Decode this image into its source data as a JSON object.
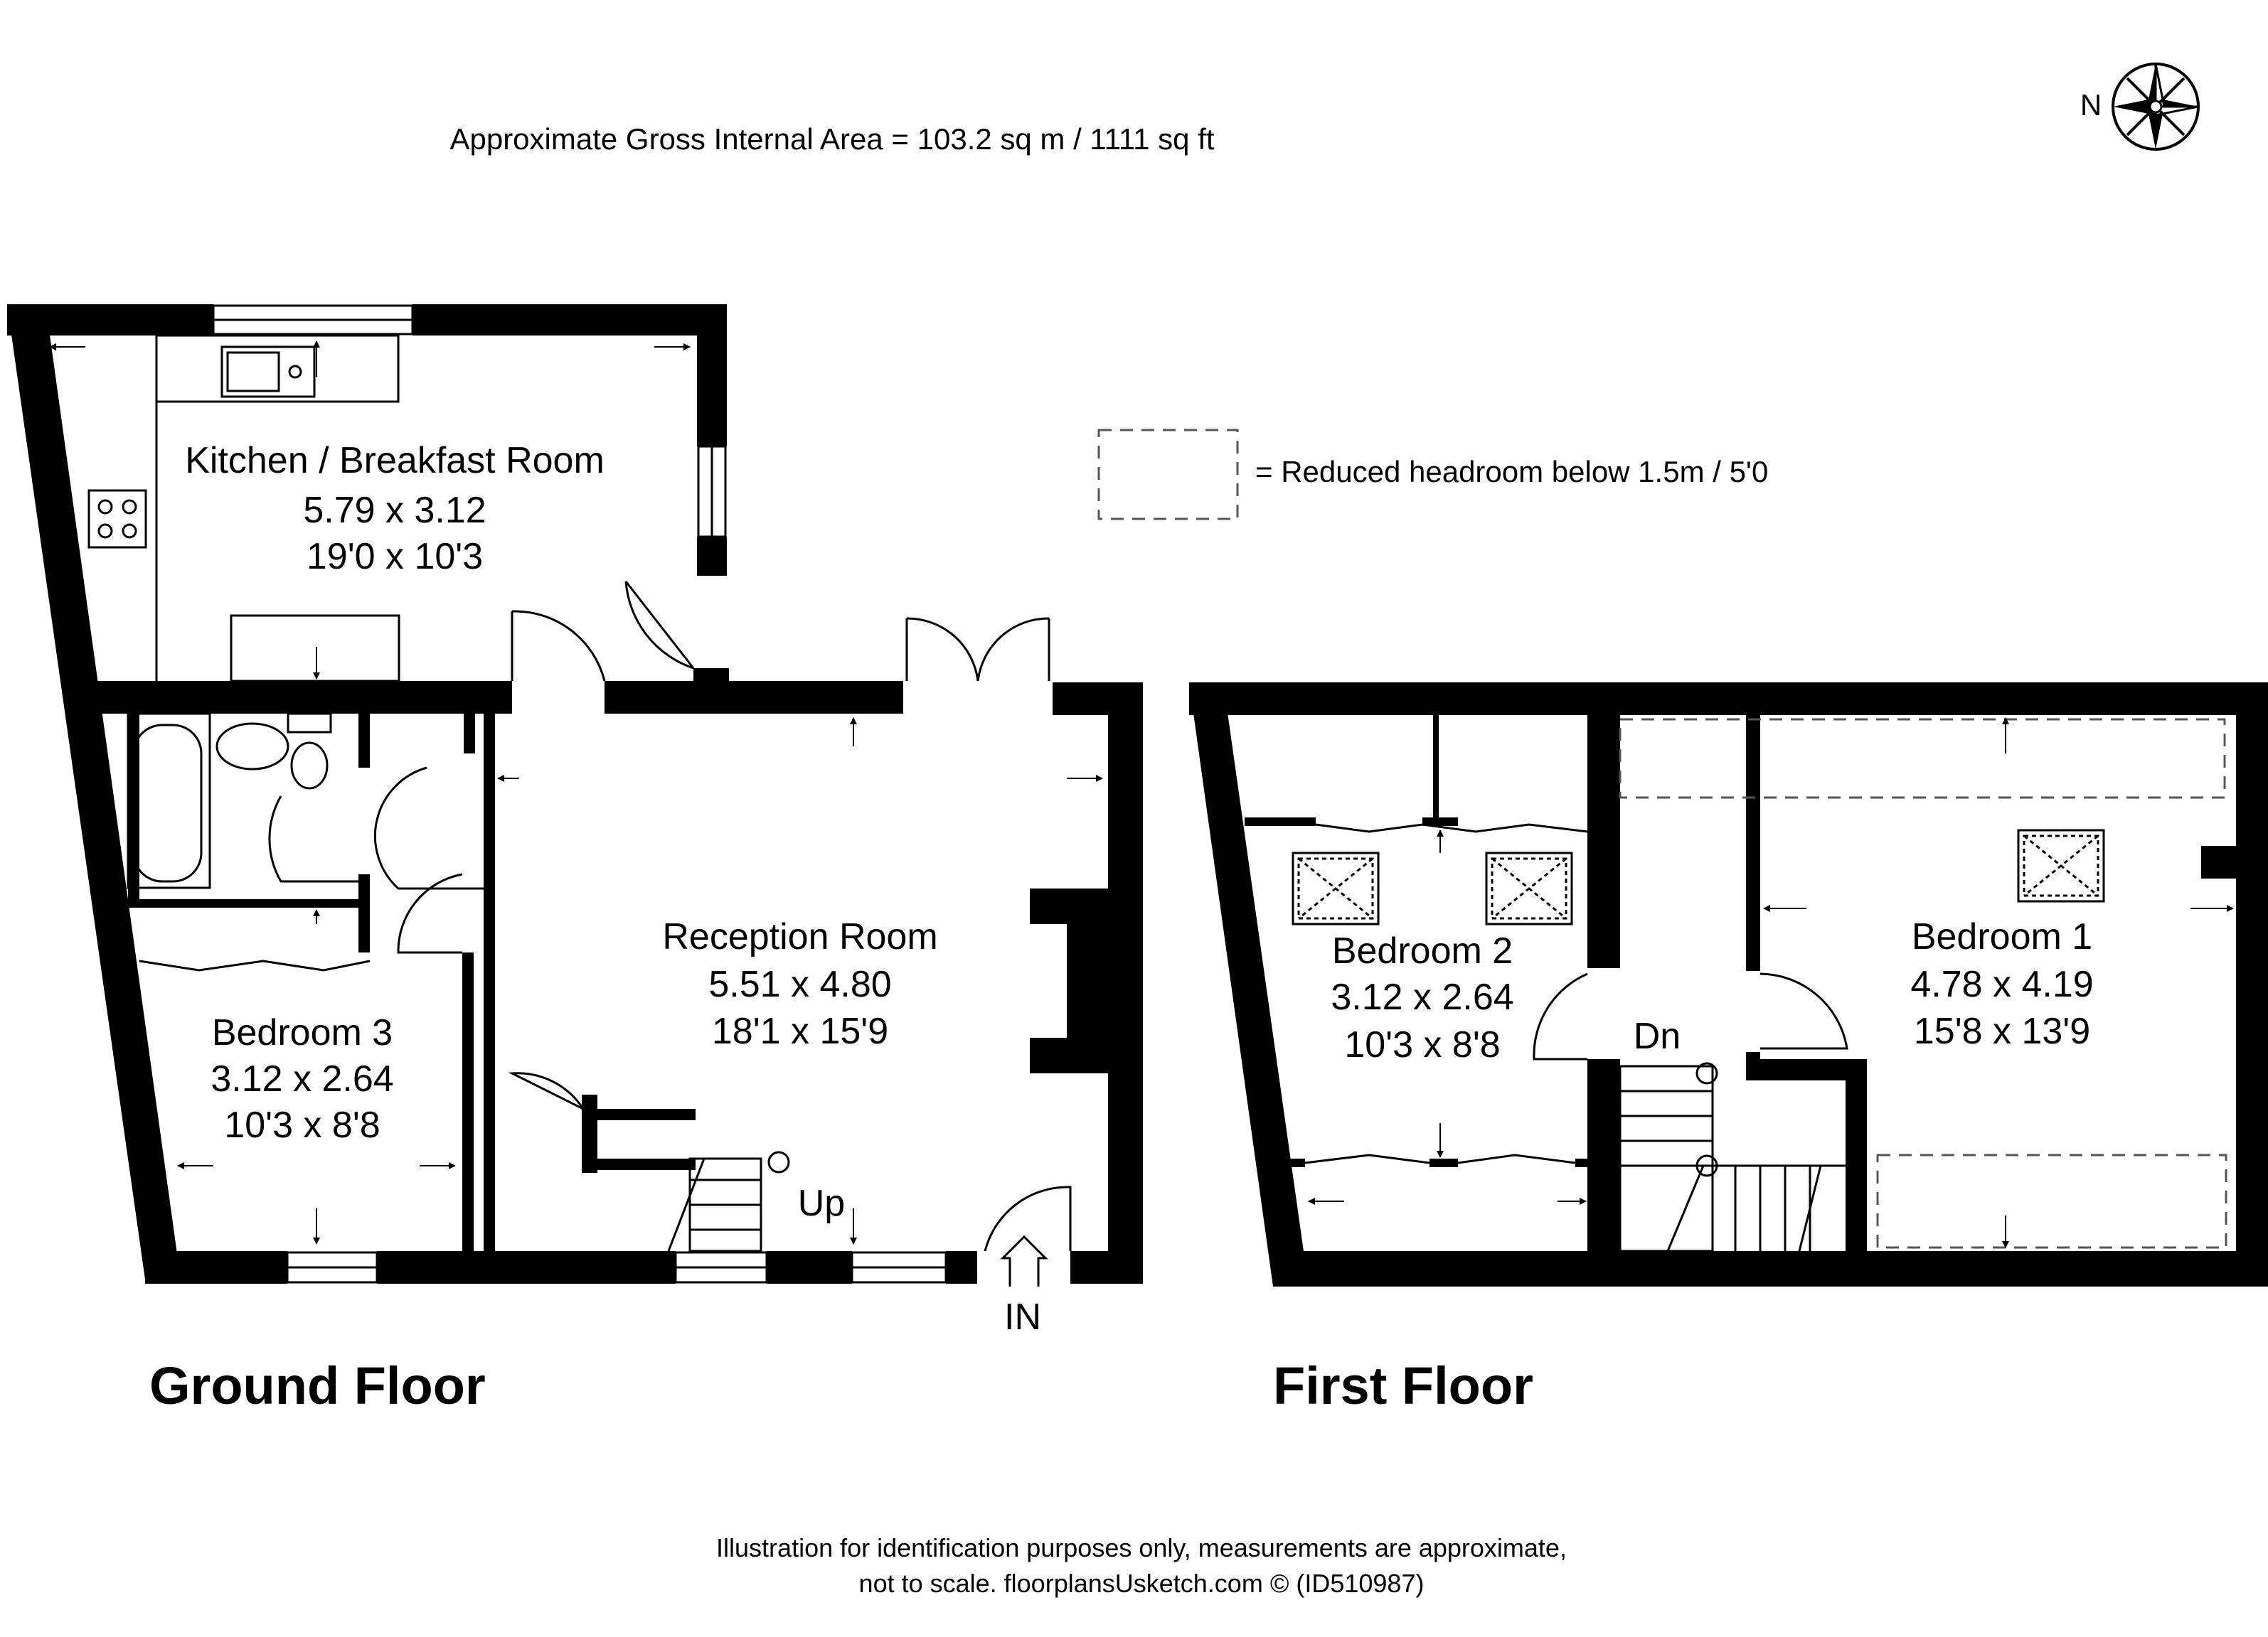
{
  "header": {
    "area_text": "Approximate Gross Internal Area = 103.2 sq m / 1111 sq ft",
    "compass_label": "N"
  },
  "legend": {
    "text": "= Reduced headroom below 1.5m / 5'0"
  },
  "ground_floor": {
    "title": "Ground Floor",
    "kitchen": {
      "name": "Kitchen / Breakfast Room",
      "metric": "5.79 x 3.12",
      "imperial": "19'0 x 10'3"
    },
    "reception": {
      "name": "Reception Room",
      "metric": "5.51 x 4.80",
      "imperial": "18'1 x 15'9"
    },
    "bedroom3": {
      "name": "Bedroom 3",
      "metric": "3.12 x 2.64",
      "imperial": "10'3 x 8'8"
    },
    "stairs_label": "Up",
    "entrance_label": "IN"
  },
  "first_floor": {
    "title": "First Floor",
    "bedroom2": {
      "name": "Bedroom 2",
      "metric": "3.12 x 2.64",
      "imperial": "10'3 x 8'8"
    },
    "bedroom1": {
      "name": "Bedroom 1",
      "metric": "4.78 x 4.19",
      "imperial": "15'8 x 13'9"
    },
    "stairs_label": "Dn"
  },
  "footer": {
    "line1": "Illustration for identification purposes only, measurements are approximate,",
    "line2": "not to scale. floorplansUsketch.com © (ID510987)"
  }
}
